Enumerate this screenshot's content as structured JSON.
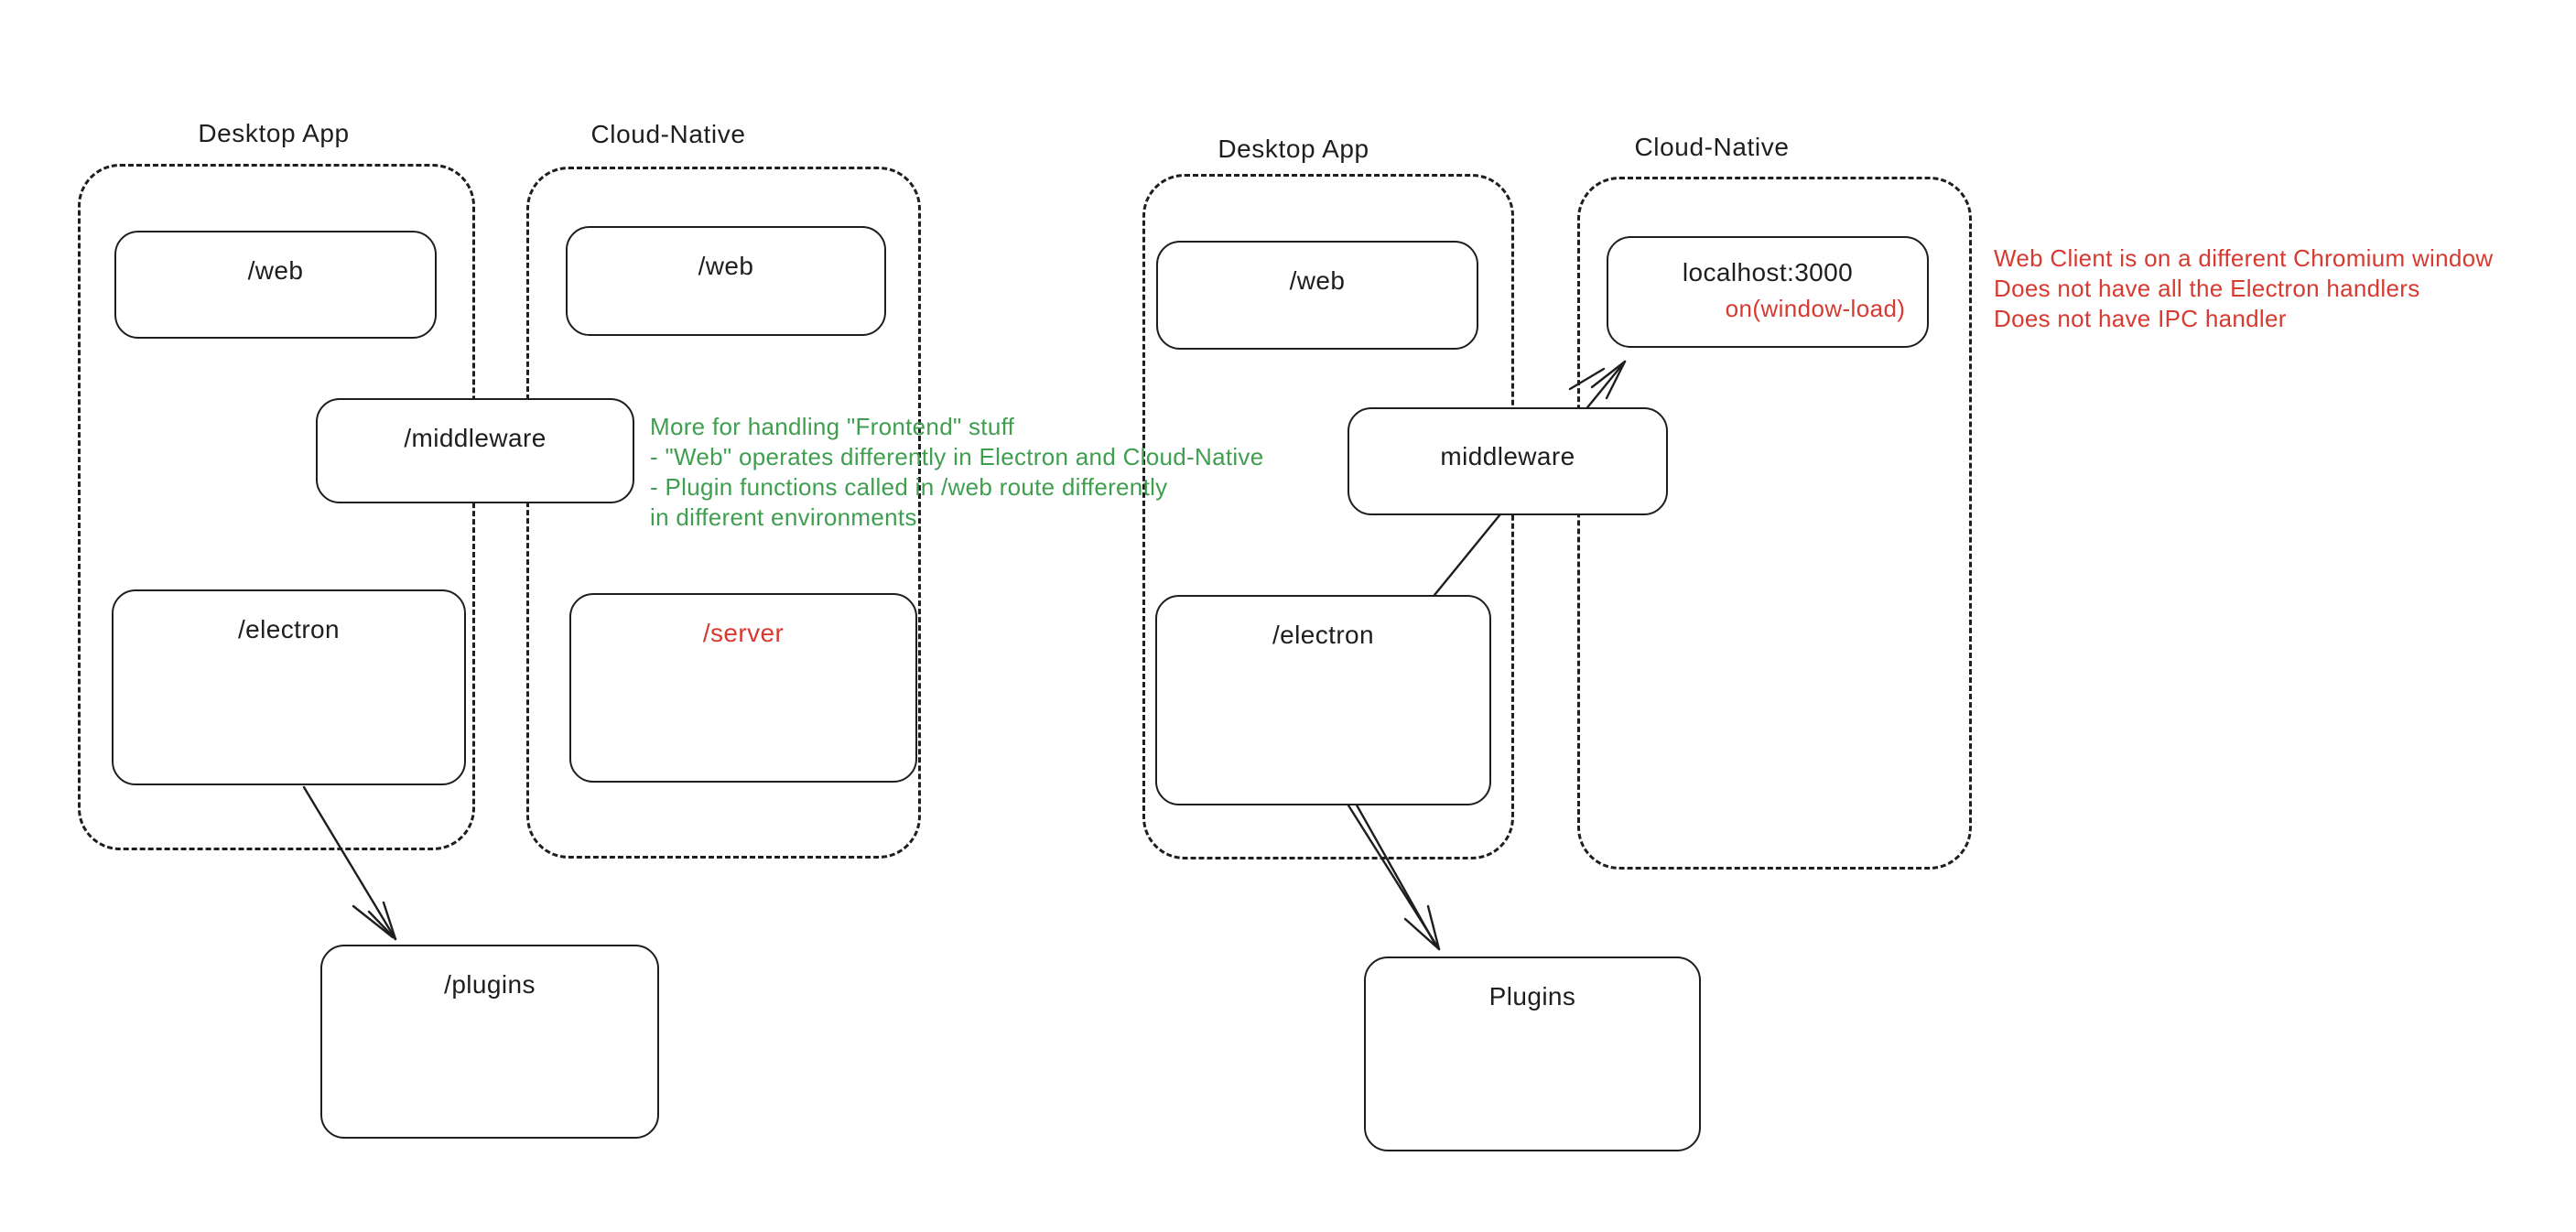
{
  "colors": {
    "ink": "#1e1e1e",
    "red": "#d63a31",
    "green": "#3f9e4f"
  },
  "left": {
    "desktop": {
      "title": "Desktop App",
      "web": "/web",
      "electron": "/electron"
    },
    "cloud": {
      "title": "Cloud-Native",
      "web": "/web",
      "server": "/server"
    },
    "middleware": "/middleware",
    "plugins": "/plugins",
    "note": {
      "lines": [
        "More for handling \"Frontend\" stuff",
        "- \"Web\" operates differently in Electron and Cloud-Native",
        "- Plugin functions called in /web route differently",
        "in different environments"
      ]
    }
  },
  "right": {
    "desktop": {
      "title": "Desktop App",
      "web": "/web",
      "electron": "/electron"
    },
    "cloud": {
      "title": "Cloud-Native",
      "localhost_label": "localhost:3000",
      "on_window_load": "on(window-load)"
    },
    "middleware": "middleware",
    "plugins": "Plugins",
    "note": {
      "lines": [
        "Web Client is on a different Chromium window",
        "Does not have all the Electron handlers",
        "Does not have IPC handler"
      ]
    }
  }
}
